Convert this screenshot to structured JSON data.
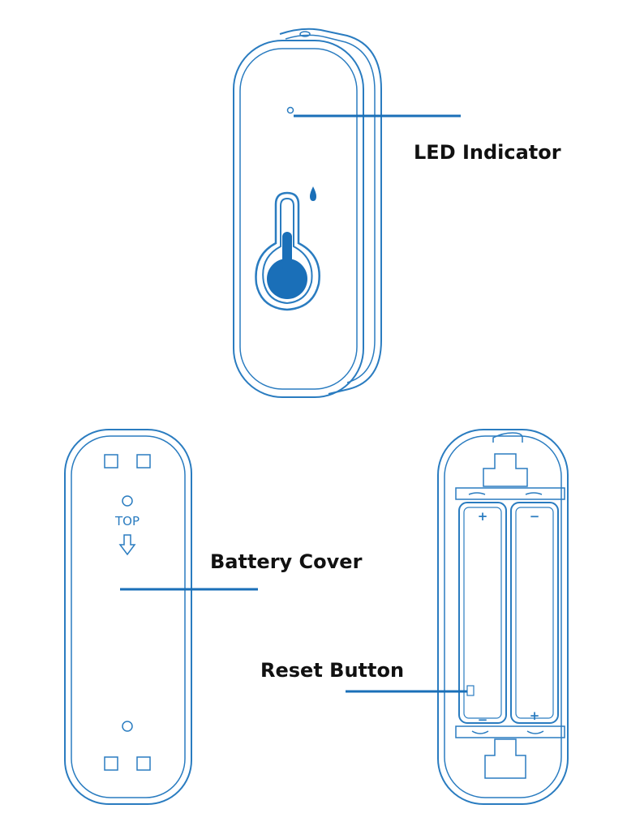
{
  "labels": {
    "led": "LED Indicator",
    "battery_cover": "Battery Cover",
    "reset_button": "Reset Button"
  },
  "cover_text": {
    "top": "TOP"
  },
  "polarity": {
    "plus": "+",
    "minus": "−"
  },
  "colors": {
    "stroke": "#2a7cc0",
    "fill": "#1a6fb8",
    "text": "#111111"
  },
  "icons": {
    "sensor": "thermometer-droplet-icon",
    "arrow": "down-arrow-icon"
  }
}
